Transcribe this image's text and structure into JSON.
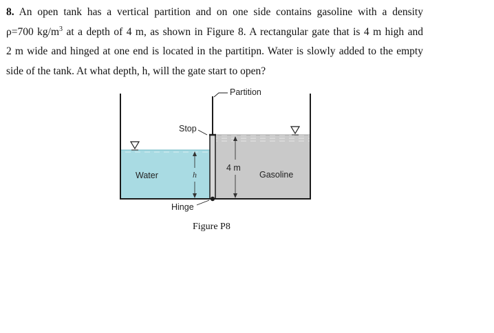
{
  "problem": {
    "number": "8.",
    "line1": "An open tank has a vertical partition and on one side contains gasoline with a density",
    "line2_a": "ρ=700 kg/m",
    "line2_sup": "3",
    "line2_b": " at a depth of 4 m, as shown in Figure 8. A rectangular gate that is 4 m high and",
    "line3": "2 m wide and hinged at one end is located in the partitipn. Water is slowly added to the empty",
    "line4": "side of the tank. At what depth, h, will the gate start to open?"
  },
  "figure": {
    "partition_label": "Partition",
    "stop_label": "Stop",
    "water_label": "Water",
    "h_label": "h",
    "depth_label": "4 m",
    "gasoline_label": "Gasoline",
    "hinge_label": "Hinge",
    "caption": "Figure P8",
    "colors": {
      "water": "#a9dbe3",
      "gasoline": "#c9c9c9",
      "wall": "#1a1a1a"
    }
  }
}
